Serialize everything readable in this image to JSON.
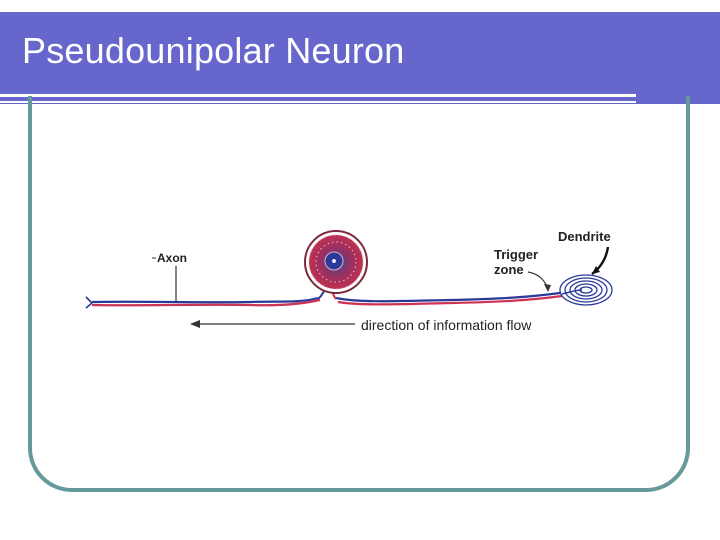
{
  "slide": {
    "title": "Pseudounipolar Neuron"
  },
  "diagram": {
    "labels": {
      "axon": "Axon",
      "dendrite": "Dendrite",
      "trigger_zone_line1": "Trigger",
      "trigger_zone_line2": "zone",
      "flow": "direction of information flow"
    },
    "colors": {
      "title_bar": "#6666cc",
      "frame": "#669999",
      "fiber_red": "#cc3355",
      "fiber_blue": "#2a3a9a"
    }
  }
}
